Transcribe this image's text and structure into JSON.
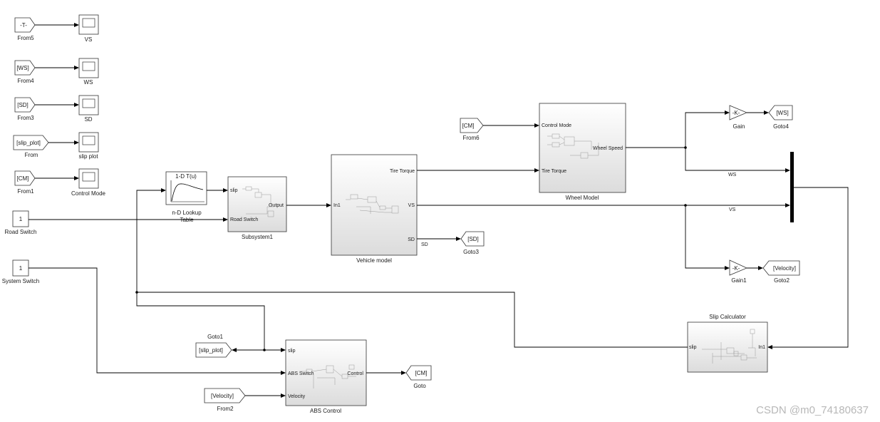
{
  "scopes": [
    {
      "tag": "-T-",
      "from": "From5",
      "scope": "VS"
    },
    {
      "tag": "[WS]",
      "from": "From4",
      "scope": "WS"
    },
    {
      "tag": "[SD]",
      "from": "From3",
      "scope": "SD"
    },
    {
      "tag": "[slip_plot]",
      "from": "From",
      "scope": "slip plot"
    },
    {
      "tag": "[CM]",
      "from": "From1",
      "scope": "Control Mode"
    }
  ],
  "road_switch": {
    "value": "1",
    "label": "Road Switch"
  },
  "system_switch": {
    "value": "1",
    "label": "System Switch"
  },
  "lookup": {
    "title": "1-D T(u)",
    "label_1": "n-D Lookup",
    "label_2": "Table"
  },
  "subsystem1": {
    "name": "Subsystem1",
    "in1": "slip",
    "in2": "Road Switch",
    "out1": "Output"
  },
  "vehicle": {
    "name": "Vehicle model",
    "in1": "In1",
    "out1": "Tire Torque",
    "out2": "VS",
    "out3": "SD",
    "sig_sd": "SD"
  },
  "goto3": {
    "tag": "[SD]",
    "name": "Goto3"
  },
  "from6": {
    "tag": "[CM]",
    "name": "From6"
  },
  "wheel": {
    "name": "Wheel Model",
    "in1": "Control Mode",
    "in2": "Tire Torque",
    "out1": "Wheel Speed"
  },
  "gain": {
    "text": "-K-",
    "name": "Gain"
  },
  "goto4": {
    "tag": "[WS]",
    "name": "Goto4"
  },
  "gain1": {
    "text": "-K-",
    "name": "Gain1"
  },
  "goto2": {
    "tag": "[Velocity]",
    "name": "Goto2"
  },
  "signals": {
    "ws": "WS",
    "vs": "VS"
  },
  "slip_calc": {
    "name": "Slip Calculator",
    "in1": "slip",
    "out1": "In1"
  },
  "goto1": {
    "tag": "[slip_plot]",
    "name": "Goto1"
  },
  "abs": {
    "name": "ABS Control",
    "in1": "slip",
    "in2": "ABS Switch",
    "in3": "Velocity",
    "out1": "Control"
  },
  "goto": {
    "tag": "[CM]",
    "name": "Goto"
  },
  "from2": {
    "tag": "[Velocity]",
    "name": "From2"
  },
  "watermark": "CSDN @m0_74180637"
}
